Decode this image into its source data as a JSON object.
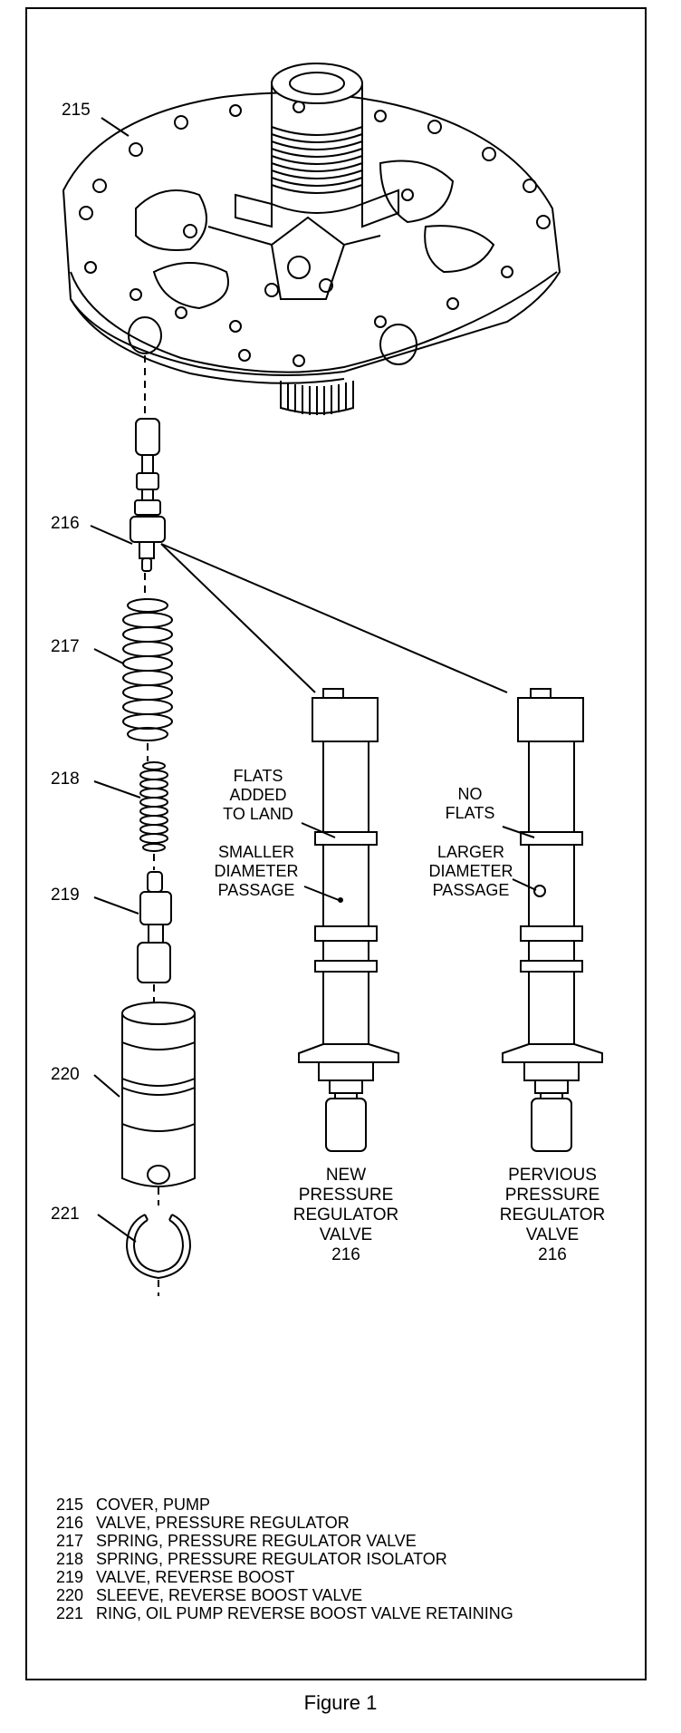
{
  "callouts": {
    "c215": "215",
    "c216": "216",
    "c217": "217",
    "c218": "218",
    "c219": "219",
    "c220": "220",
    "c221": "221"
  },
  "new_valve": {
    "note_top": [
      "FLATS",
      "ADDED",
      "TO LAND"
    ],
    "note_bottom": [
      "SMALLER",
      "DIAMETER",
      "PASSAGE"
    ],
    "caption": [
      "NEW",
      "PRESSURE",
      "REGULATOR",
      "VALVE",
      "216"
    ]
  },
  "previous_valve": {
    "note_top": [
      "NO",
      "FLATS"
    ],
    "note_bottom": [
      "LARGER",
      "DIAMETER",
      "PASSAGE"
    ],
    "caption": [
      "PERVIOUS",
      "PRESSURE",
      "REGULATOR",
      "VALVE",
      "216"
    ]
  },
  "legend": [
    {
      "num": "215",
      "text": "COVER, PUMP"
    },
    {
      "num": "216",
      "text": "VALVE, PRESSURE REGULATOR"
    },
    {
      "num": "217",
      "text": "SPRING, PRESSURE REGULATOR VALVE"
    },
    {
      "num": "218",
      "text": "SPRING, PRESSURE REGULATOR ISOLATOR"
    },
    {
      "num": "219",
      "text": "VALVE, REVERSE BOOST"
    },
    {
      "num": "220",
      "text": "SLEEVE, REVERSE BOOST VALVE"
    },
    {
      "num": "221",
      "text": "RING, OIL PUMP REVERSE BOOST VALVE RETAINING"
    }
  ],
  "figure_caption": "Figure 1"
}
